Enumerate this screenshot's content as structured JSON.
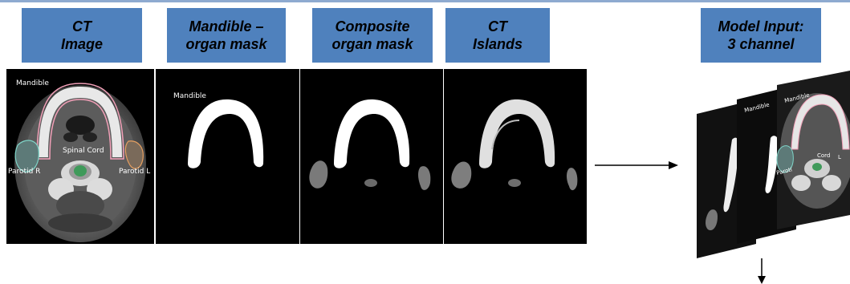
{
  "headers": [
    {
      "line1": "CT",
      "line2": "Image"
    },
    {
      "line1": "Mandible –",
      "line2": "organ mask"
    },
    {
      "line1": "Composite",
      "line2": "organ mask"
    },
    {
      "line1": "CT",
      "line2": "Islands"
    },
    {
      "line1": "Model Input:",
      "line2": "3 channel"
    }
  ],
  "ct_image_labels": {
    "mandible": "Mandible",
    "spinal_cord": "Spinal  Cord",
    "parotid_r": "Parotid R",
    "parotid_l": "Parotid L"
  },
  "mask_labels": {
    "mandible": "Mandible"
  },
  "stack_labels": {
    "mandible": "Mandible",
    "mandible_2": "Mandible",
    "cord": "Cord",
    "parotid": "Paroti"
  },
  "colors": {
    "header_fill": "#4f81bd",
    "mandible_contour": "#f2a0b8",
    "parotid_r_contour": "#7fd4c8",
    "parotid_l_contour": "#e8a060",
    "cord_fill": "#3f9a5a"
  }
}
